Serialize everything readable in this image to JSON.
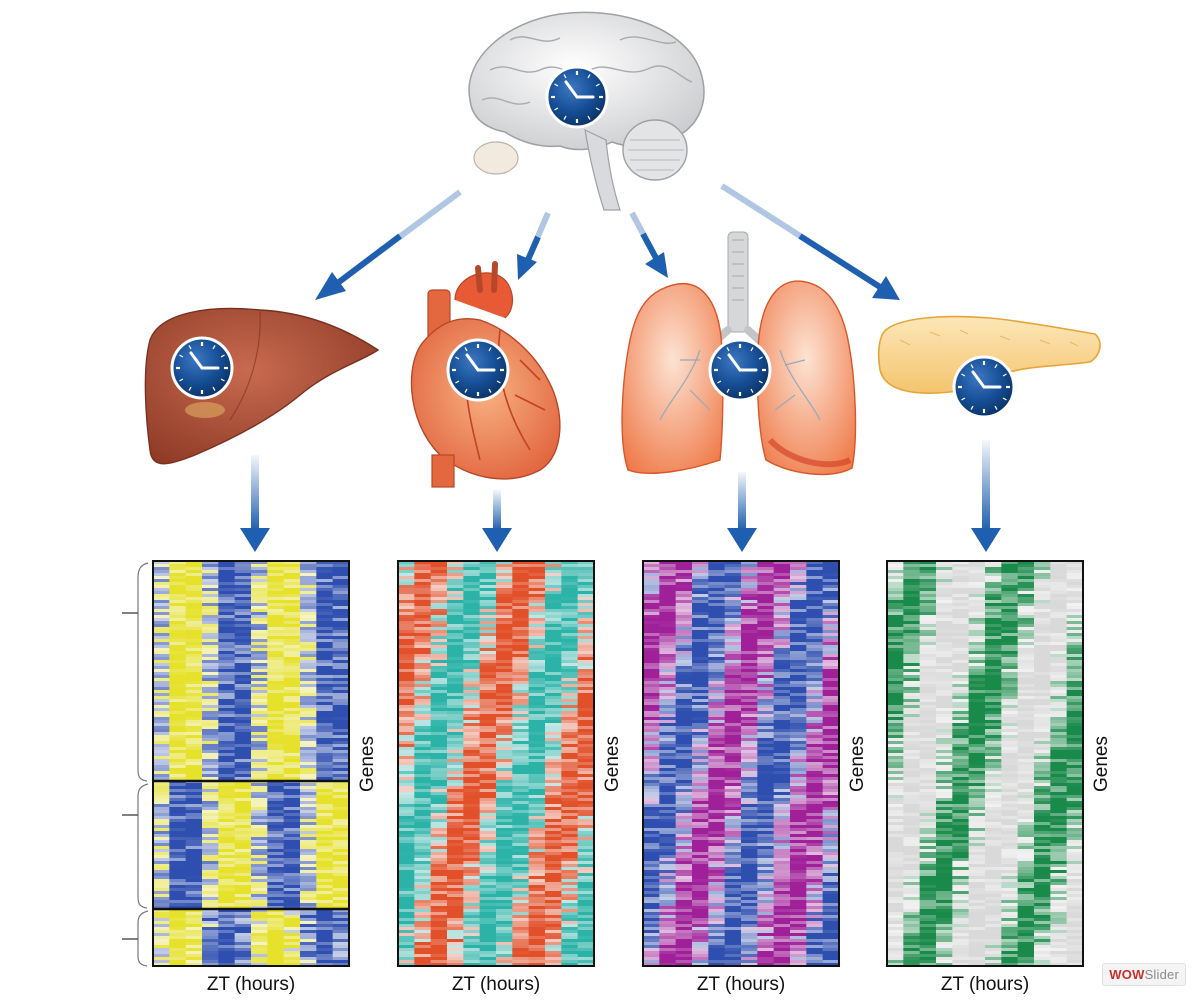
{
  "organs": [
    {
      "name": "liver-illustration"
    },
    {
      "name": "heart-illustration"
    },
    {
      "name": "lungs-illustration"
    },
    {
      "name": "pancreas-illustration"
    }
  ],
  "heatmaps": [
    {
      "x_label": "ZT (hours)",
      "y_label": "Genes",
      "low_color": "#2f4fb0",
      "high_color": "#e6e12a"
    },
    {
      "x_label": "ZT (hours)",
      "y_label": "Genes",
      "low_color": "#2bb3a8",
      "high_color": "#e2502a"
    },
    {
      "x_label": "ZT (hours)",
      "y_label": "Genes",
      "low_color": "#2f4fb0",
      "high_color": "#a0209a"
    },
    {
      "x_label": "ZT (hours)",
      "y_label": "Genes",
      "low_color": "#d9d9d9",
      "high_color": "#1a8a4a"
    }
  ],
  "watermark": {
    "brand": "WOW",
    "product": "Slider"
  }
}
